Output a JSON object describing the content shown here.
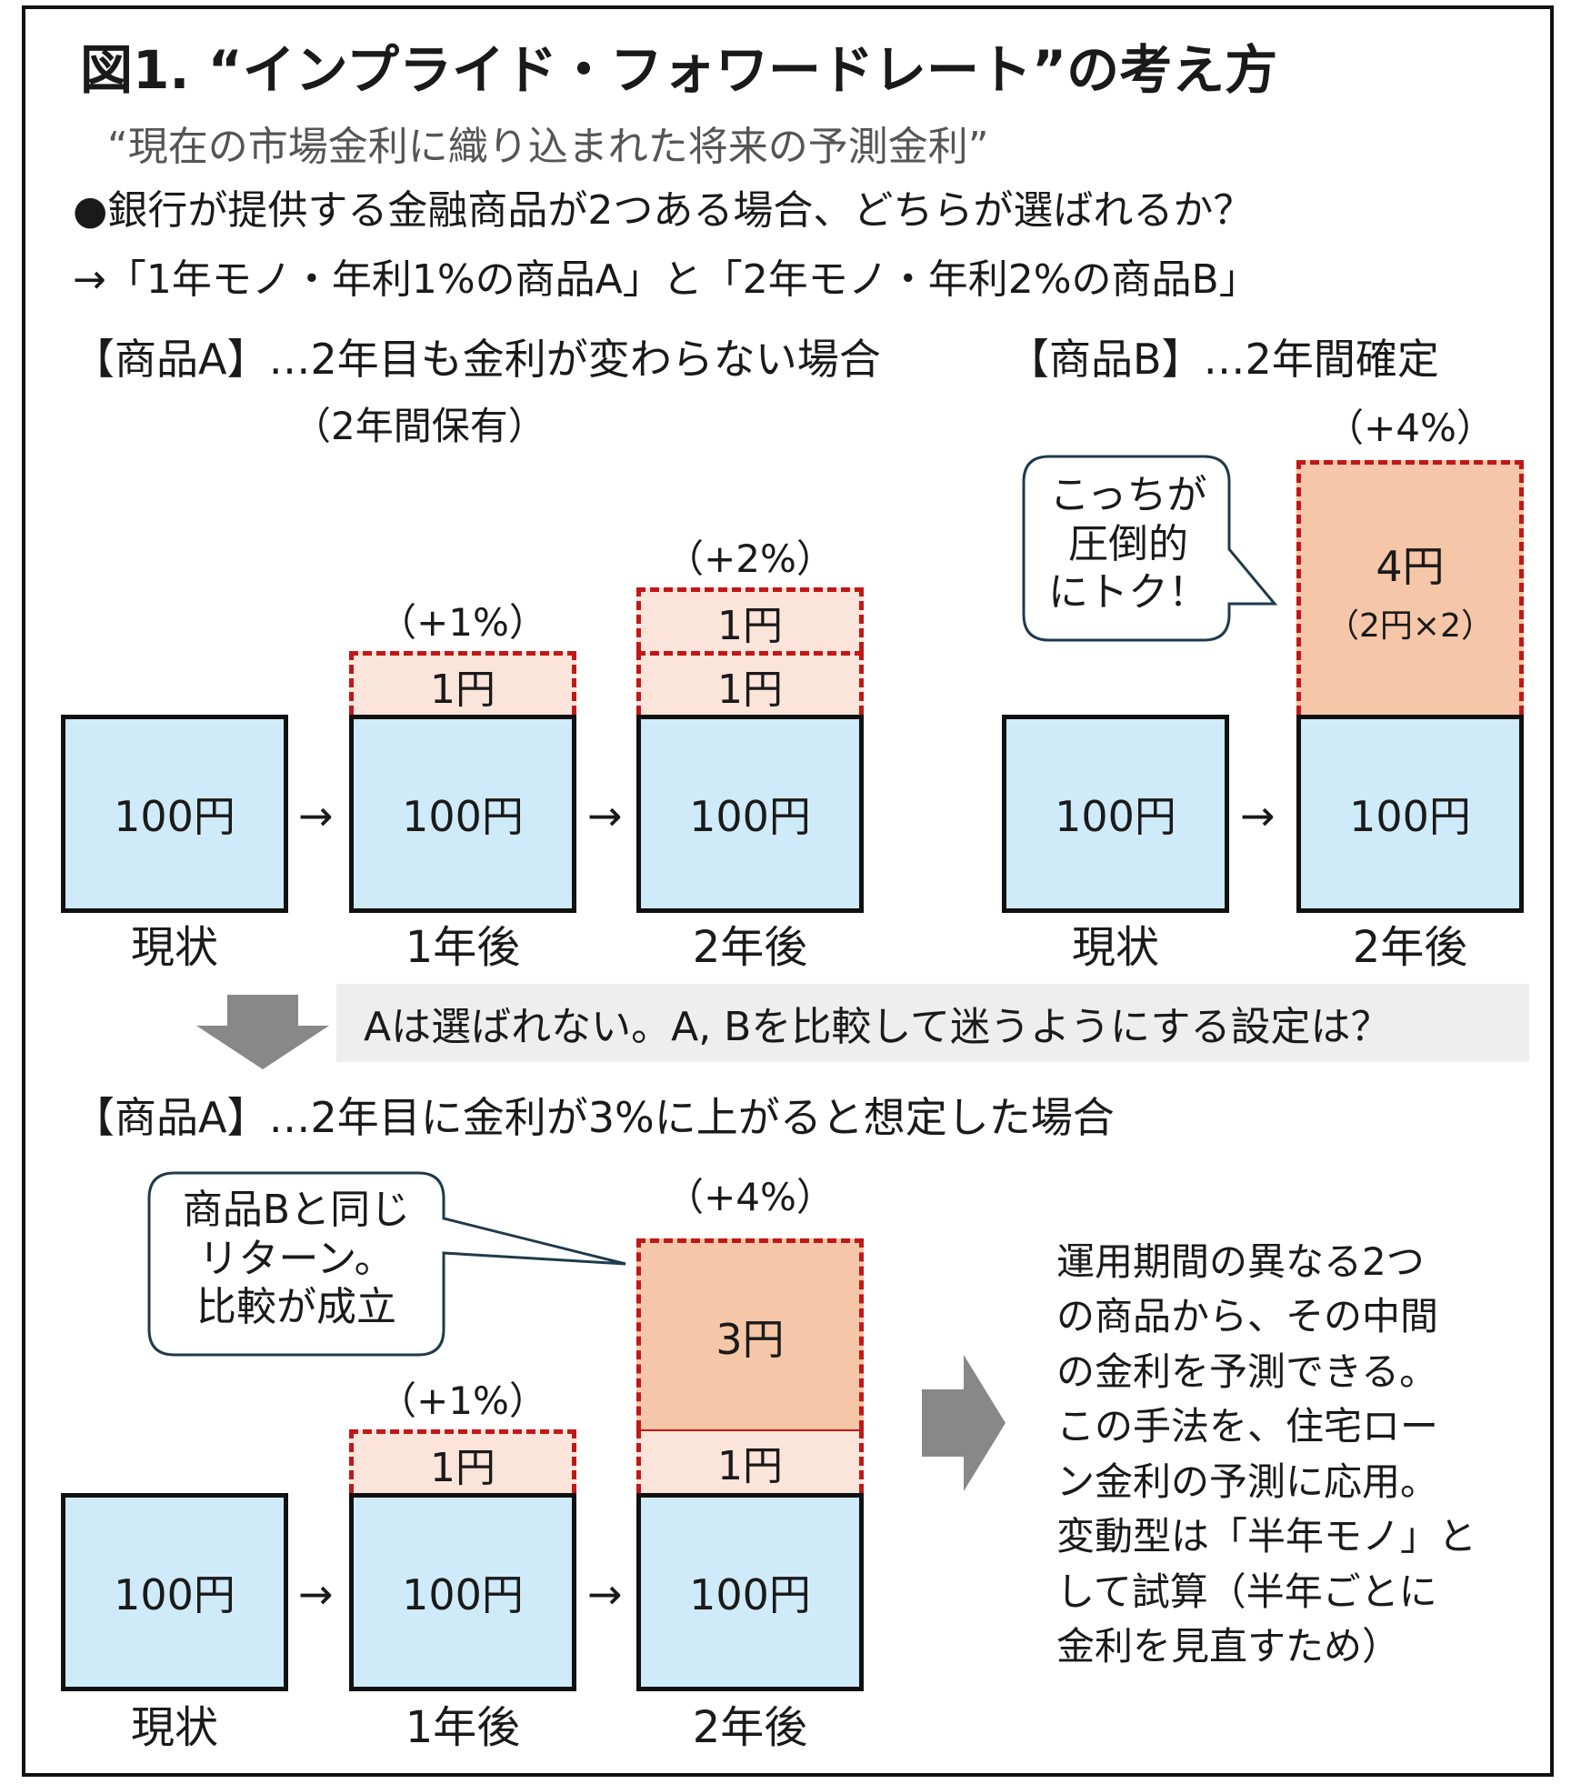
{
  "title": "図1. “インプライド・フォワードレート”の考え方",
  "subtitle": "“現在の市場金利に織り込まれた将来の予測金利”",
  "question": "●銀行が提供する金融商品が2つある場合、どちらが選ばれるか？",
  "products_line": "→「1年モノ・年利1%の商品A」と「2年モノ・年利2%の商品B」",
  "sectionA": {
    "header": "【商品A】…2年目も金利が変わらない場合",
    "sub": "（2年間保有）",
    "base": [
      "100円",
      "100円",
      "100円"
    ],
    "year1": {
      "pct": "（+1%）",
      "interest": "1円"
    },
    "year2": {
      "pct": "（+2%）",
      "interest_top": "1円",
      "interest_bottom": "1円"
    },
    "labels": [
      "現状",
      "1年後",
      "2年後"
    ],
    "arrows": [
      "→",
      "→"
    ]
  },
  "sectionB": {
    "header": "【商品B】…2年間確定",
    "pct": "（+4%）",
    "interest": "4円",
    "interest_note": "（2円×2）",
    "base": [
      "100円",
      "100円"
    ],
    "labels": [
      "現状",
      "2年後"
    ],
    "arrow": "→",
    "bubble": [
      "こっちが",
      "圧倒的",
      "にトク！"
    ]
  },
  "transition": "Aは選ばれない。A, Bを比較して迷うようにする設定は？",
  "sectionA2": {
    "header": "【商品A】…2年目に金利が3%に上がると想定した場合",
    "base": [
      "100円",
      "100円",
      "100円"
    ],
    "year1": {
      "pct": "（+1%）",
      "interest": "1円"
    },
    "year2": {
      "pct": "（+4%）",
      "interest_top": "3円",
      "interest_bottom": "1円"
    },
    "labels": [
      "現状",
      "1年後",
      "2年後"
    ],
    "arrows": [
      "→",
      "→"
    ],
    "bubble": [
      "商品Bと同じ",
      "リターン。",
      "比較が成立"
    ]
  },
  "conclusion": [
    "運用期間の異なる2つ",
    "の商品から、その中間",
    "の金利を予測できる。",
    "この手法を、住宅ロー",
    "ン金利の予測に応用。",
    "変動型は「半年モノ」と",
    "して試算（半年ごとに",
    "金利を見直すため）"
  ],
  "colors": {
    "base_fill": "#cfeaf8",
    "interest_fill": "#fbe4d9",
    "interest_big_fill": "#f5c6a7",
    "dash": "#c01818",
    "arrow_gray": "#888888",
    "note_bg": "#eeeeee"
  }
}
